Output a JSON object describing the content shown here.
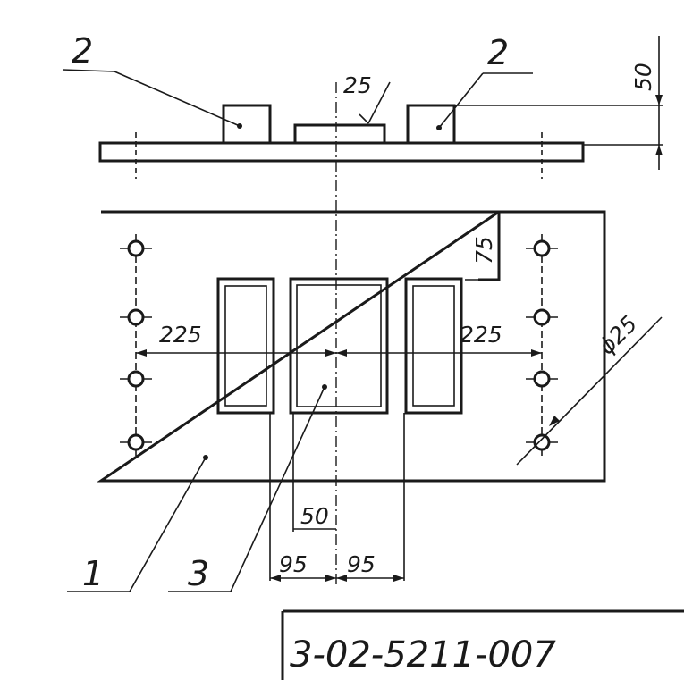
{
  "parts": {
    "base_plate": "1",
    "side_block": "2",
    "center_block": "3"
  },
  "dimensions": {
    "gap_25": "25",
    "height_50": "50",
    "notch_75": "75",
    "left_225": "225",
    "right_225": "225",
    "hole_diameter": "ϕ25",
    "offset_50": "50",
    "half_95_left": "95",
    "half_95_right": "95"
  },
  "drawing_code": "3-02-5211-007"
}
